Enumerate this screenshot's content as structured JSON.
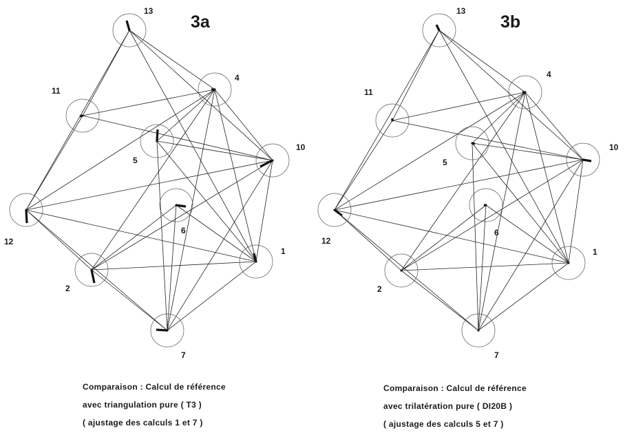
{
  "panels": [
    {
      "id": "a",
      "title": "3a",
      "caption": [
        "Comparaison : Calcul de référence",
        "avec triangulation pure ( T3 )",
        "( ajustage des calculs 1 et 7 )"
      ],
      "stations": [
        "13",
        "4",
        "11",
        "5",
        "10",
        "6",
        "12",
        "1",
        "2",
        "7"
      ]
    },
    {
      "id": "b",
      "title": "3b",
      "caption": [
        "Comparaison : Calcul de référence",
        "avec trilatération pure ( DI20B )",
        "( ajustage des calculs 5 et 7 )"
      ],
      "stations": [
        "13",
        "4",
        "11",
        "5",
        "10",
        "6",
        "12",
        "1",
        "2",
        "7"
      ]
    }
  ],
  "colors": {
    "ink": "#1a1a1a",
    "lines": "#222222",
    "circles": "#555555"
  }
}
